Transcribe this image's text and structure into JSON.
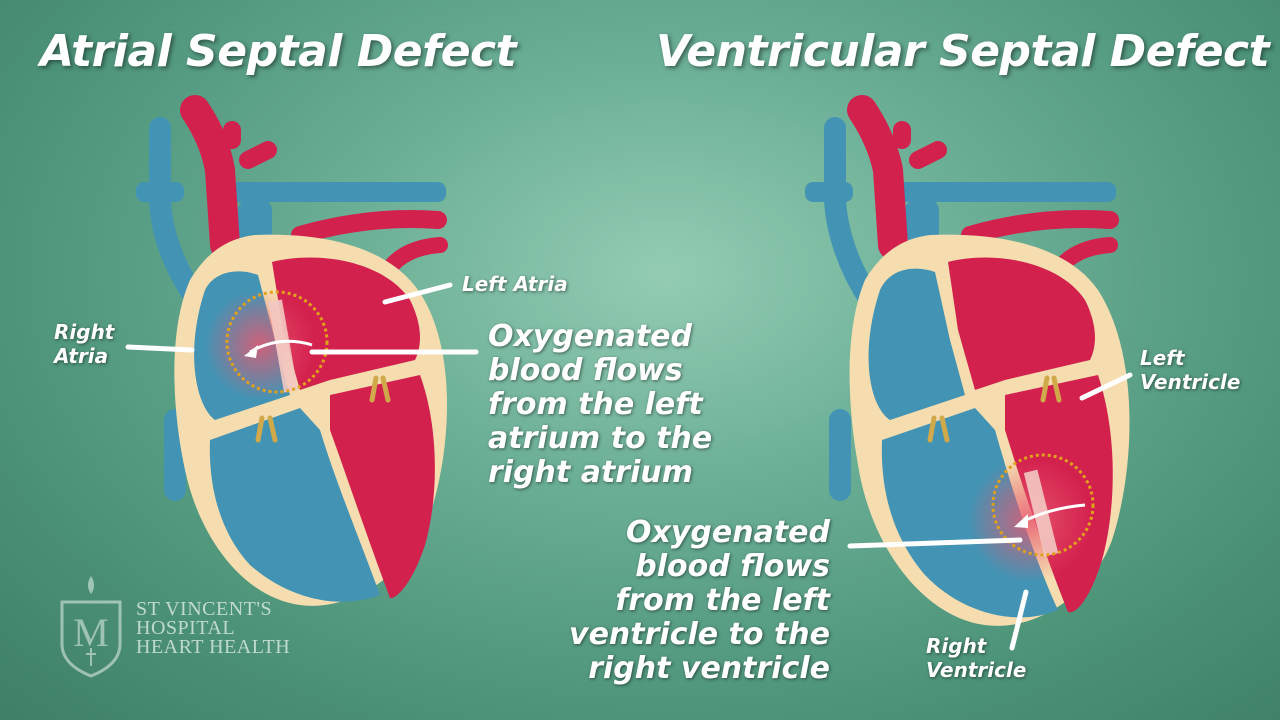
{
  "titles": {
    "asd": "Atrial Septal Defect",
    "vsd": "Ventricular Septal Defect"
  },
  "labels": {
    "right_atria": "Right\nAtria",
    "left_atria": "Left Atria",
    "asd_description": "Oxygenated\nblood flows\nfrom the left\natrium to the\nright atrium",
    "left_ventricle": "Left\nVentricle",
    "vsd_description": "Oxygenated\nblood flows\nfrom the left\nventricle to the\nright ventricle",
    "right_ventricle": "Right\nVentricle"
  },
  "logo": {
    "text": "ST VINCENT'S\nHOSPITAL\nHEART HEALTH",
    "emblem": "shield-monogram-icon"
  },
  "colors": {
    "oxygenated": "#d3214e",
    "deoxygenated": "#4393b4",
    "heart_wall": "#f5ddb0",
    "defect_ring": "#e0a21a",
    "valve": "#cfa94a"
  }
}
